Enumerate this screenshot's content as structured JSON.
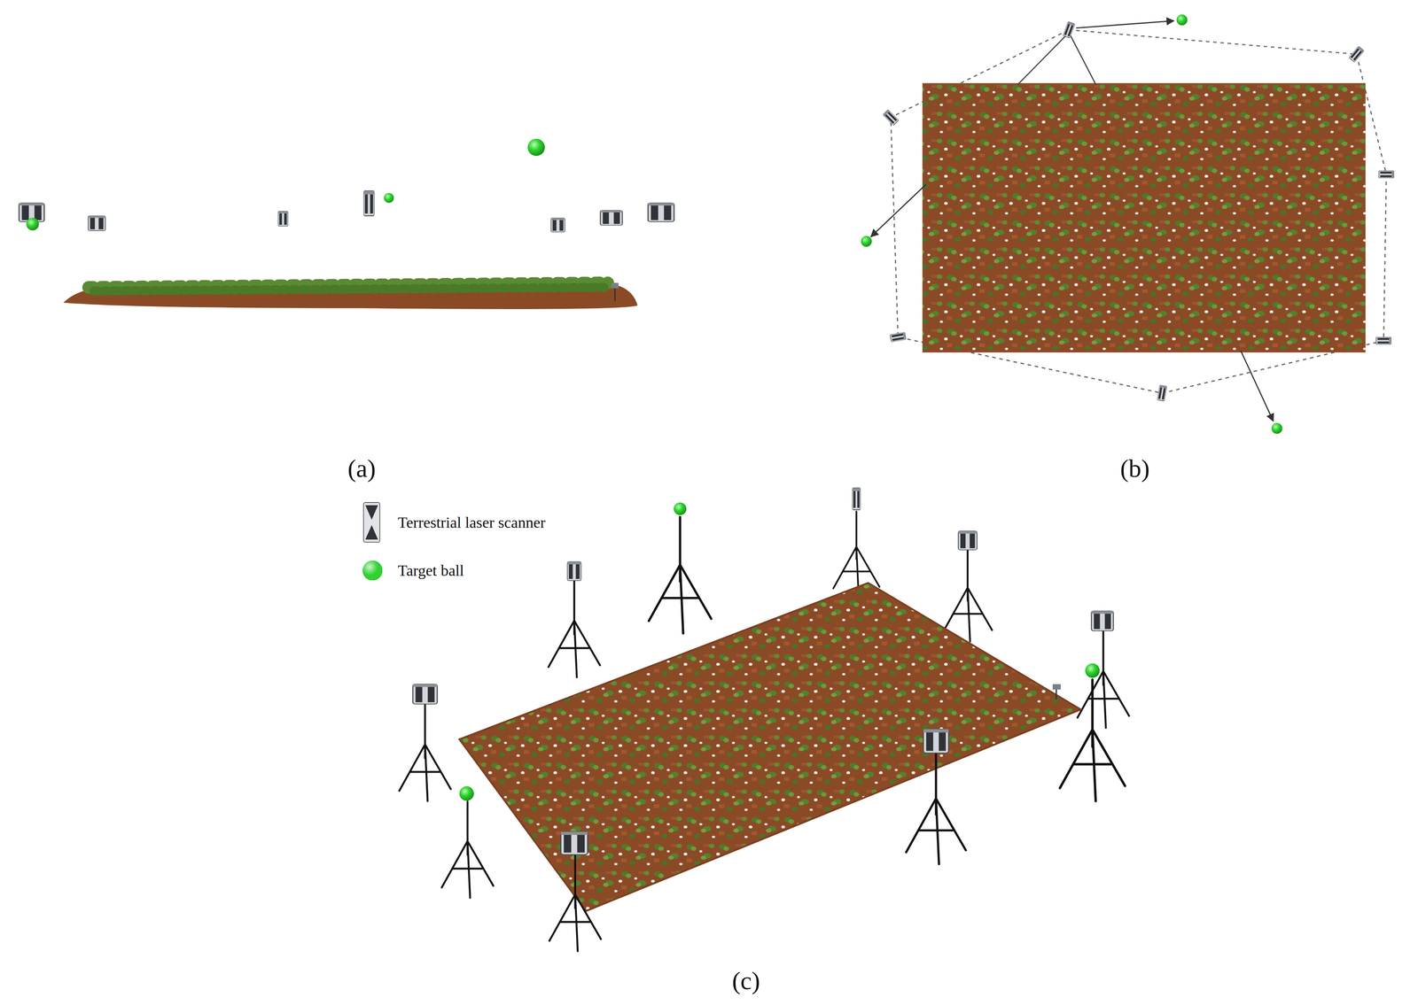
{
  "diagram": {
    "labels": [
      "(a)",
      "(b)",
      "(c)"
    ],
    "legend": [
      {
        "text": "Terrestrial laser scanner"
      },
      {
        "text": "Target ball",
        "color": "#2fd22f"
      }
    ]
  }
}
